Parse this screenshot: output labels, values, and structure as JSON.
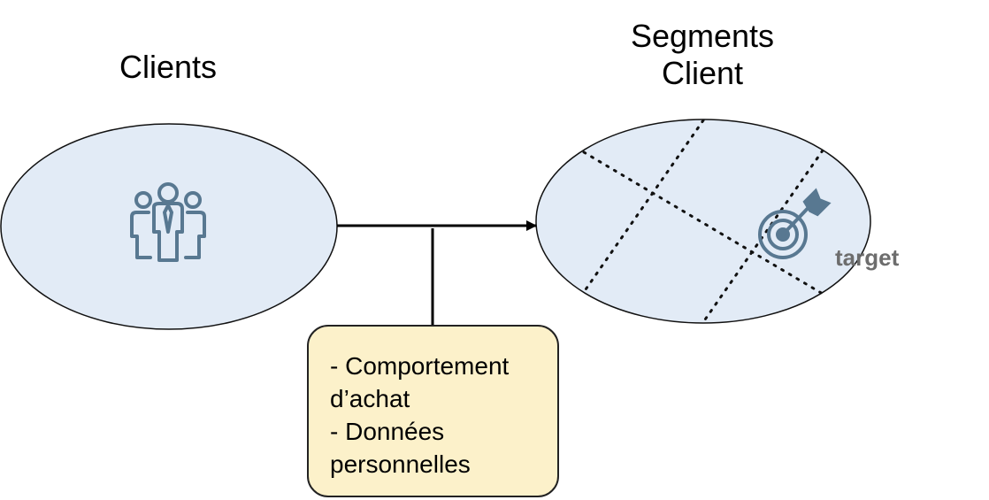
{
  "clients": {
    "title": "Clients",
    "icon": "people-group-icon"
  },
  "segments": {
    "title_line1": "Segments",
    "title_line2": "Client",
    "icon": "target-arrow-icon",
    "icon_label": "target"
  },
  "criteria_box": {
    "line1": "- Comportement d’achat",
    "line2": "- Données personnelles"
  },
  "colors": {
    "ellipse_fill": "#e2ebf6",
    "ellipse_stroke": "#111111",
    "icon_color": "#587891",
    "box_fill": "#fcf1ca",
    "label_gray": "#6d6d6d"
  }
}
